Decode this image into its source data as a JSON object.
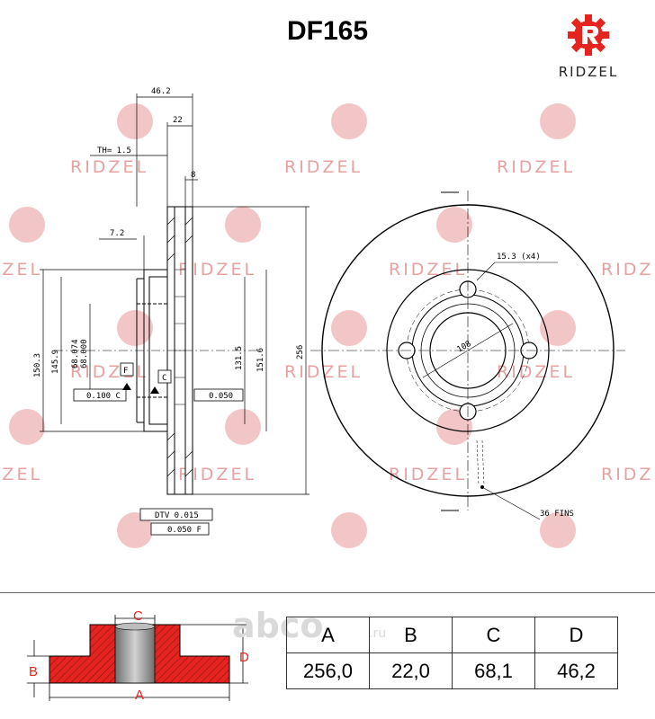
{
  "title": "DF165",
  "brand": {
    "name": "RIDZEL",
    "watermark": "RIDZEL",
    "accent": "#e52420",
    "watermark_color": "#e7a1a1"
  },
  "dimensions": {
    "overall_width": "46.2",
    "hub_depth": "22",
    "th": "TH= 1.5",
    "friction_thickness": "8",
    "offset": "7.2",
    "d_outer_hub": "150.3",
    "d_hub": "145.9",
    "bore_max": "68.074",
    "bore_min": "68.000",
    "d_inner_ring": "131.5",
    "d_hat": "151.6",
    "d_disc": "256",
    "bolt_hole": "15.3 (x4)",
    "pcd": "108",
    "fins": "36 FINS",
    "tol_left": "0.100 C",
    "tol_right": "0.050",
    "tol_dtv": "DTV 0.015",
    "tol_runout": "0.050 F",
    "datum_f": "F",
    "datum_c": "C"
  },
  "legend": {
    "a": "A",
    "b": "B",
    "c": "C",
    "d": "D"
  },
  "table": {
    "headers": [
      "A",
      "B",
      "C",
      "D"
    ],
    "values": [
      "256,0",
      "22,0",
      "68,1",
      "46,2"
    ]
  },
  "watermark_site": "abco",
  "watermark_domain": ".ru"
}
